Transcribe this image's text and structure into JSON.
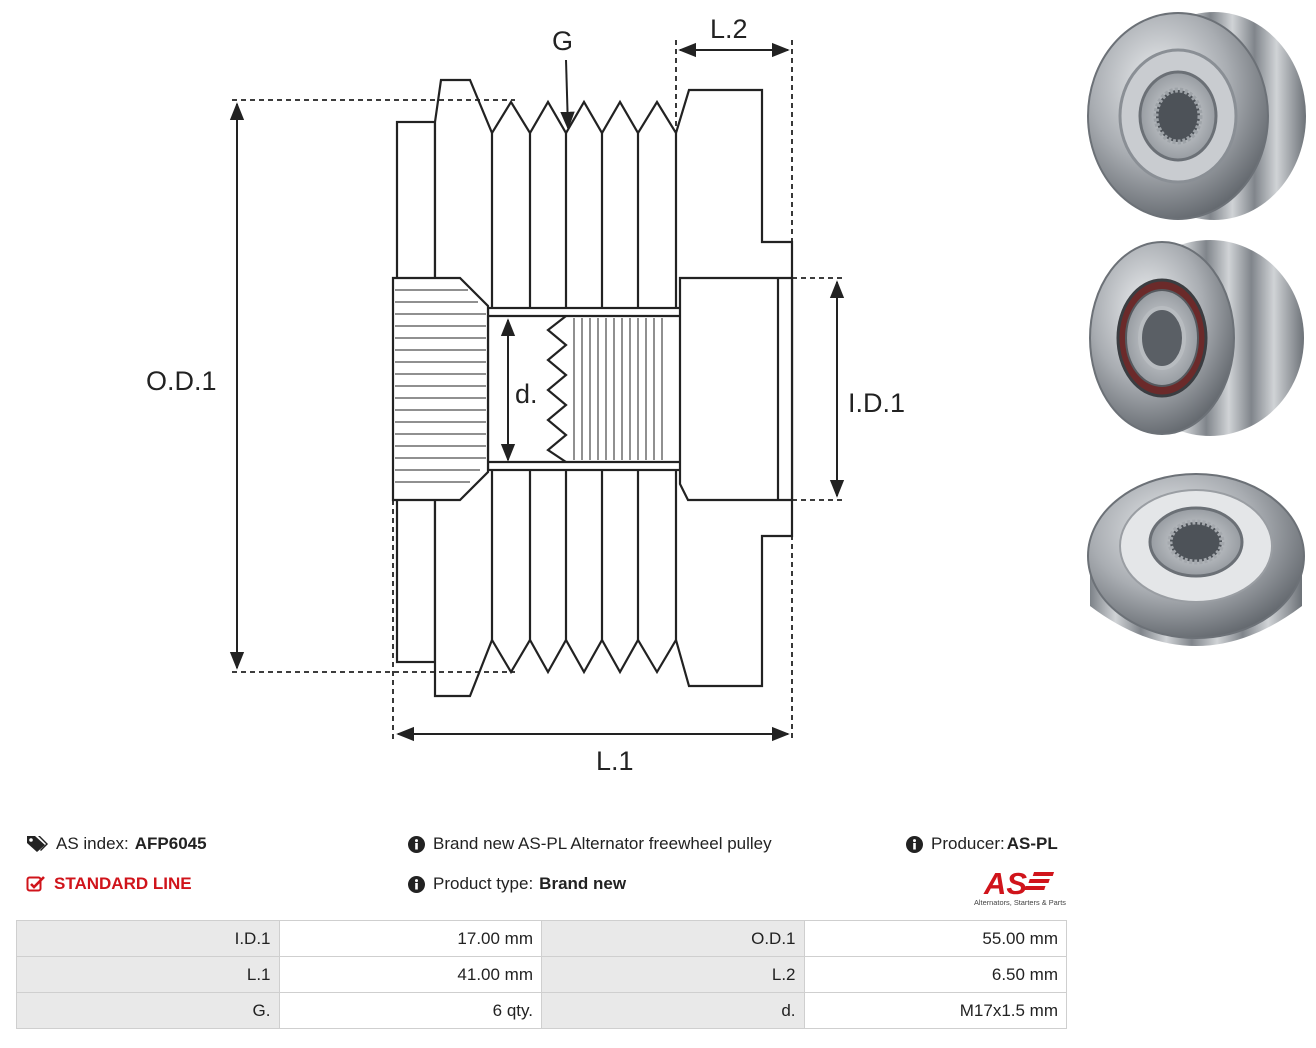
{
  "diagram": {
    "labels": {
      "g": "G",
      "l2": "L.2",
      "od1": "O.D.1",
      "d": "d.",
      "id1": "I.D.1",
      "l1": "L.1"
    }
  },
  "photos": [
    {
      "name": "pulley-front-view"
    },
    {
      "name": "pulley-rear-view"
    },
    {
      "name": "pulley-angled-view"
    }
  ],
  "info": {
    "as_index_label": "AS index:",
    "as_index_value": "AFP6045",
    "line": "STANDARD LINE",
    "description": "Brand new AS-PL Alternator freewheel pulley",
    "product_type_label": "Product type:",
    "product_type_value": "Brand new",
    "producer_label": "Producer:",
    "producer_value": "AS-PL"
  },
  "logo": {
    "mark": "AS",
    "tagline": "Alternators, Starters & Parts"
  },
  "specs": [
    [
      {
        "label": "I.D.1",
        "value": "17.00 mm"
      },
      {
        "label": "O.D.1",
        "value": "55.00 mm"
      }
    ],
    [
      {
        "label": "L.1",
        "value": "41.00 mm"
      },
      {
        "label": "L.2",
        "value": "6.50 mm"
      }
    ],
    [
      {
        "label": "G.",
        "value": "6 qty."
      },
      {
        "label": "d.",
        "value": "M17x1.5 mm"
      }
    ]
  ],
  "colors": {
    "accent_red": "#d0141b",
    "table_label_bg": "#e9e9e9",
    "border": "#cfcfcf"
  }
}
